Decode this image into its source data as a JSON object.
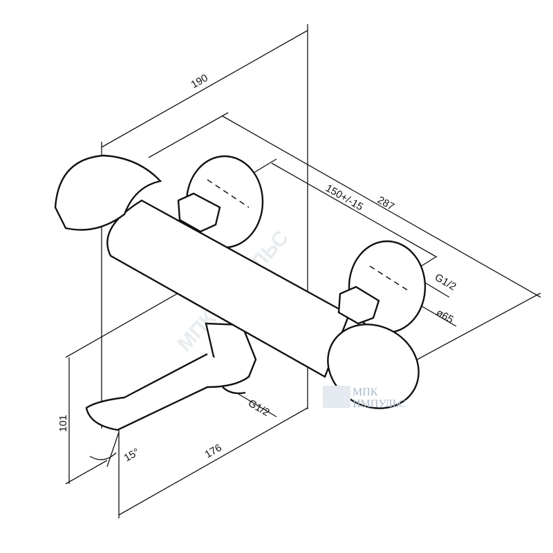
{
  "drawing": {
    "watermark": "МПК ИМПУЛЬС",
    "logo": {
      "line1": "МПК",
      "line2": "ИМПУЛЬС"
    },
    "dimensions": {
      "total_width": "190",
      "total_length": "287",
      "center_distance": "150+/-15",
      "inlet_thread": "G1/2",
      "plate_diameter": "ø65",
      "outlet_thread": "G1/2",
      "height": "101",
      "angle": "15°",
      "spout_reach": "176"
    }
  }
}
